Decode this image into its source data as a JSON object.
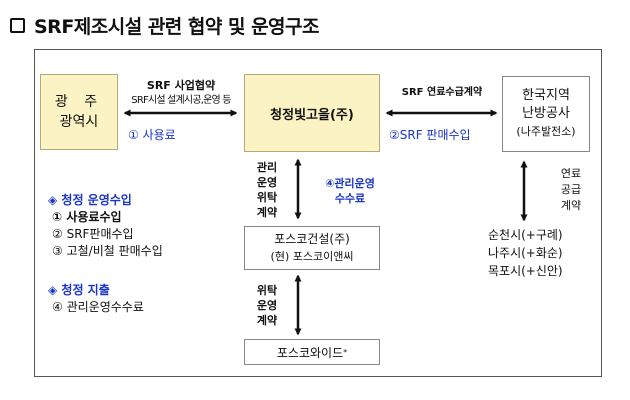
{
  "title": "SRF제조시설 관련 협약 및 운영구조",
  "nodes": {
    "gwangju": {
      "line1": "광 주",
      "line2": "광역시"
    },
    "cheongjeong": {
      "label": "청정빛고을(주)"
    },
    "kdhc": {
      "line1": "한국지역",
      "line2": "난방공사",
      "line3": "(나주발전소)"
    },
    "posco_enc": {
      "line1": "포스코건설(주)",
      "line2": "(현) 포스코이앤씨"
    },
    "posco_wide": {
      "label": "포스코와이드",
      "mark": "*"
    }
  },
  "edges": {
    "gwangju_cheongjeong": {
      "top": "SRF 사업협약",
      "sub": "SRF시설 설계시공,운영 등",
      "bottom": "① 사용료"
    },
    "cheongjeong_kdhc": {
      "top": "SRF 연료수급계약",
      "bottom": "②SRF 판매수입"
    },
    "cheongjeong_poscoenc": {
      "left": [
        "관리",
        "운영",
        "위탁",
        "계약"
      ],
      "right": [
        "④관리운영",
        "수수료"
      ]
    },
    "poscoenc_poscowide": {
      "left": [
        "위탁",
        "운영",
        "계약"
      ]
    },
    "kdhc_cities": {
      "right": [
        "연료",
        "공급",
        "계약"
      ]
    }
  },
  "cities": [
    "순천시(+구례)",
    "나주시(+화순)",
    "목포시(+신안)"
  ],
  "income": {
    "header": "◈ 청정 운영수입",
    "items": [
      "① 사용료수입",
      "② SRF판매수입",
      "③ 고철/비철 판매수입"
    ]
  },
  "expense": {
    "header": "◈ 청정 지출",
    "items": [
      "④ 관리운영수수료"
    ]
  },
  "colors": {
    "box_fill": "#fcf3c4",
    "accent_blue": "#1a35c9"
  }
}
